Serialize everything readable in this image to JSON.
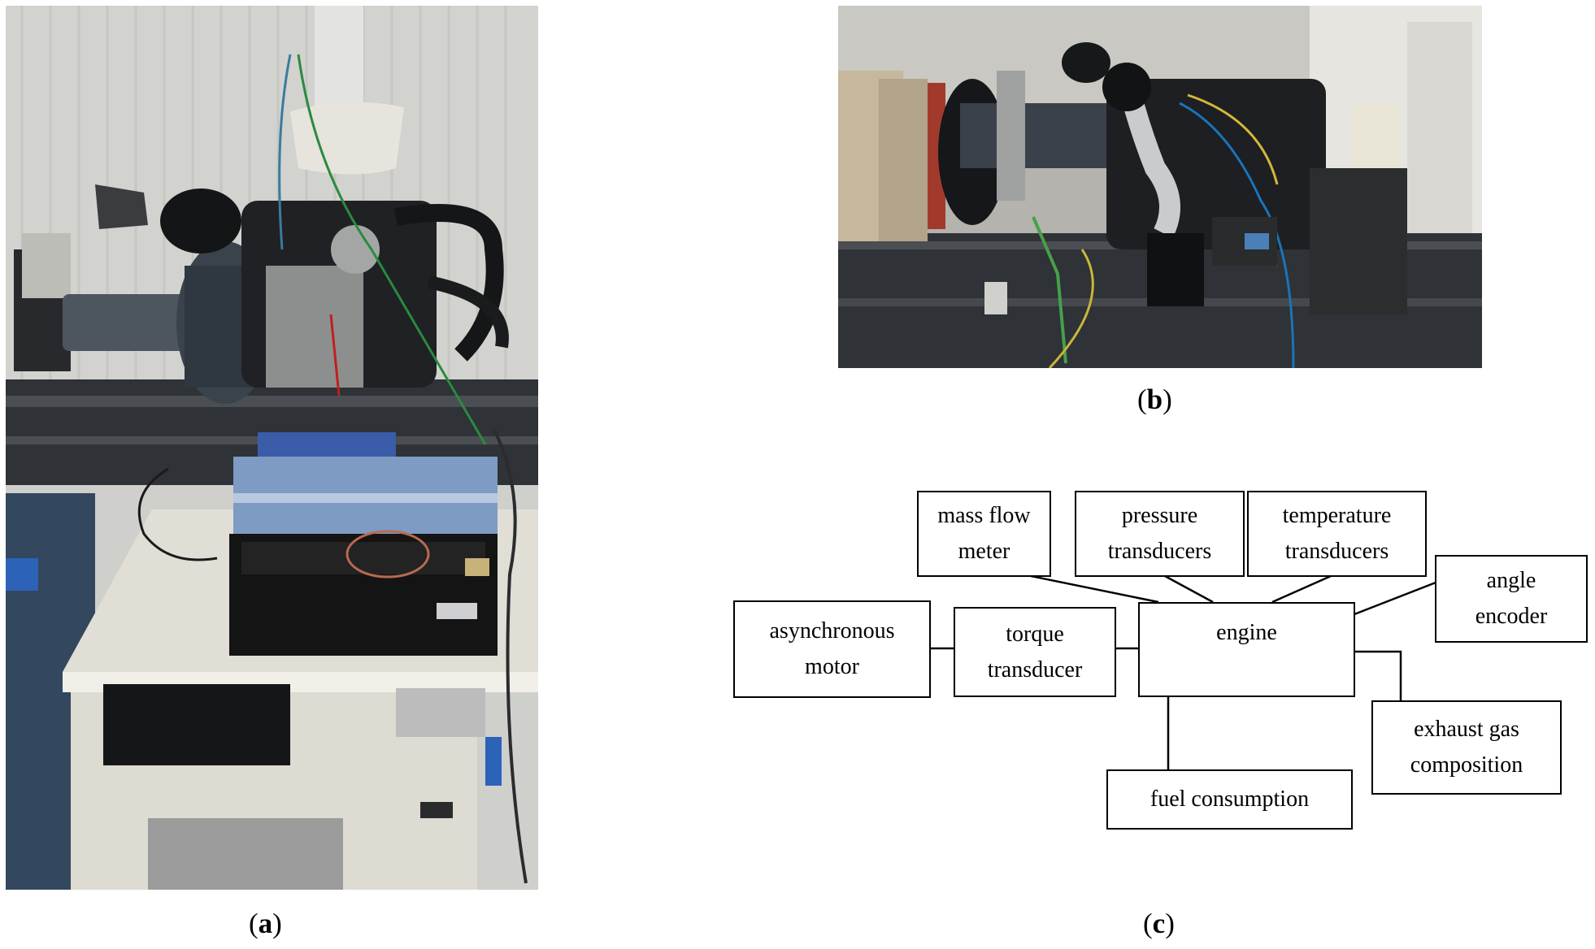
{
  "figure": {
    "panel_a": {
      "caption_open": "(",
      "caption_letter": "a",
      "caption_close": ")"
    },
    "panel_b": {
      "caption_open": "(",
      "caption_letter": "b",
      "caption_close": ")"
    },
    "panel_c": {
      "caption_open": "(",
      "caption_letter": "c",
      "caption_close": ")",
      "nodes": {
        "mass_flow_meter": "mass flow\nmeter",
        "pressure_transducers": "pressure\ntransducers",
        "temperature_transducers": "temperature\ntransducers",
        "angle_encoder": "angle\nencoder",
        "asynchronous_motor": "asynchronous\nmotor",
        "torque_transducer": "torque\ntransducer",
        "engine": "engine",
        "exhaust_gas_composition": "exhaust gas\ncomposition",
        "fuel_consumption": "fuel consumption"
      }
    }
  }
}
